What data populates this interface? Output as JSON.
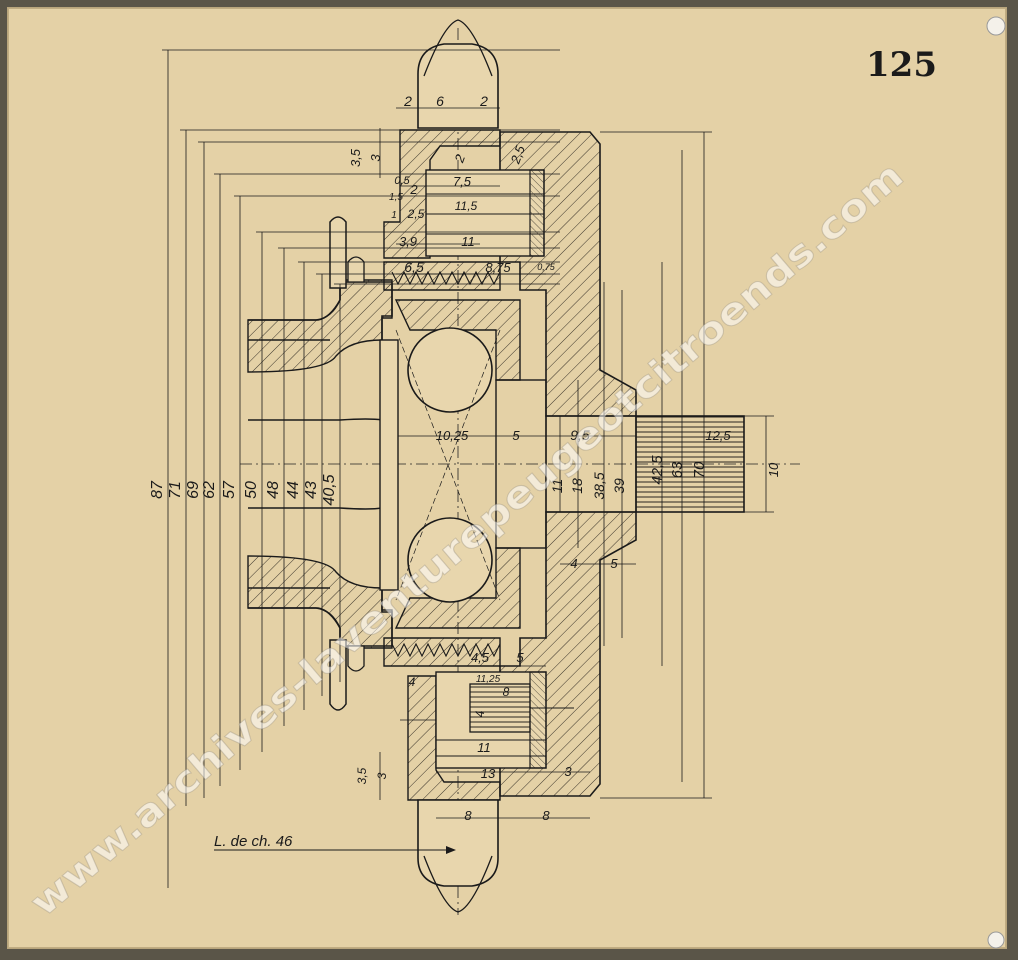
{
  "sheet_number": "125",
  "watermark": "www.archives-laventurepeugeotcitroends.com",
  "caption": "L. de ch. 46",
  "colors": {
    "paper": "#e8d6ad",
    "ink": "#1a1a1a",
    "hatch": "#3a342a",
    "shade": "#cdbb90"
  },
  "dimensions": {
    "left": [
      "87",
      "71",
      "69",
      "62",
      "57",
      "50",
      "48",
      "44",
      "43",
      "40,5"
    ],
    "top": [
      "2",
      "6",
      "2",
      "3,5",
      "3",
      "2",
      "2,5",
      "0,5",
      "7,5",
      "2",
      "1,5",
      "11,5",
      "1",
      "2,5",
      "3,9",
      "11",
      "6,5",
      "8,75",
      "0,75"
    ],
    "center": [
      "10,25",
      "5",
      "9,5",
      "12,5"
    ],
    "right": [
      "11",
      "18",
      "38,5",
      "39",
      "42,5",
      "63",
      "70",
      "10"
    ],
    "lower": [
      "4",
      "5",
      "4,5",
      "5",
      "11,25",
      "8",
      "4",
      "4",
      "11",
      "13",
      "3",
      "3,5",
      "3",
      "8",
      "8"
    ]
  }
}
